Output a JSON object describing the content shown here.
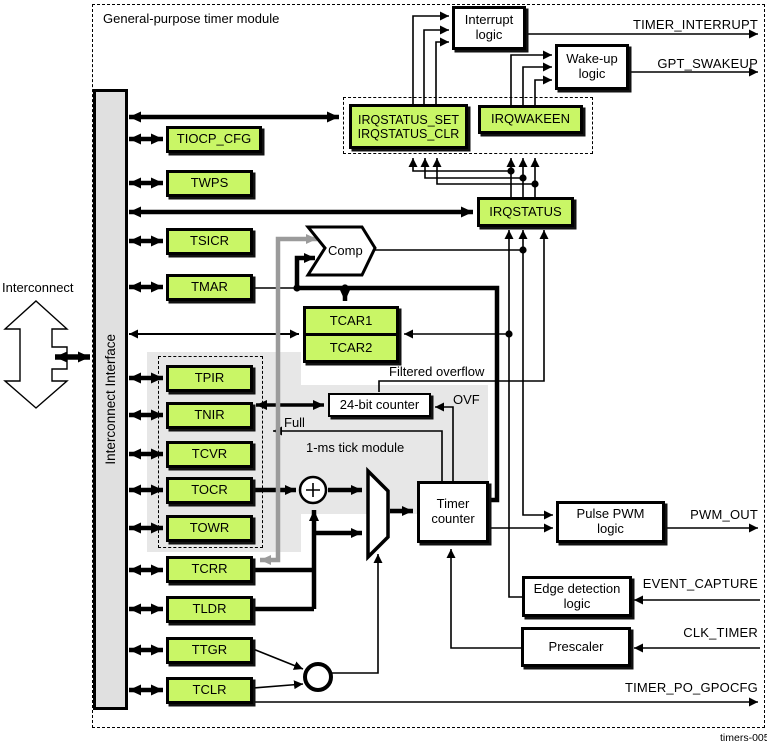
{
  "title": "General-purpose timer module",
  "footnote": "timers-005",
  "interconnect": {
    "label": "Interconnect",
    "interface_label": "Interconnect Interface"
  },
  "registers": [
    {
      "label": "TIOCP_CFG"
    },
    {
      "label": "TWPS"
    },
    {
      "label": "TSICR"
    },
    {
      "label": "TMAR"
    },
    {
      "label": "TPIR"
    },
    {
      "label": "TNIR"
    },
    {
      "label": "TCVR"
    },
    {
      "label": "TOCR"
    },
    {
      "label": "TOWR"
    },
    {
      "label": "TCRR"
    },
    {
      "label": "TLDR"
    },
    {
      "label": "TTGR"
    },
    {
      "label": "TCLR"
    }
  ],
  "capture": {
    "tcar1": "TCAR1",
    "tcar2": "TCAR2"
  },
  "irq": {
    "set_clr": "IRQSTATUS_SET\nIRQSTATUS_CLR",
    "wakeen": "IRQWAKEEN",
    "status": "IRQSTATUS"
  },
  "blocks": {
    "interrupt_logic": "Interrupt\nlogic",
    "wakeup_logic": "Wake-up\nlogic",
    "comp": "Comp",
    "counter_24bit": "24-bit counter",
    "timer_counter": "Timer\ncounter",
    "pulse_pwm": "Pulse PWM\nlogic",
    "edge_detection": "Edge detection\nlogic",
    "prescaler": "Prescaler"
  },
  "annotations": {
    "filtered_overflow": "Filtered overflow",
    "ovf": "OVF",
    "full": "Full",
    "tick_module": "1-ms tick module"
  },
  "outputs": {
    "timer_interrupt": "TIMER_INTERRUPT",
    "gpt_swakeup": "GPT_SWAKEUP",
    "pwm_out": "PWM_OUT",
    "event_capture": "EVENT_CAPTURE",
    "clk_timer": "CLK_TIMER",
    "timer_po_gpocfg": "TIMER_PO_GPOCFG"
  },
  "colors": {
    "register_fill": "#c9f666",
    "interface_fill": "#e0e0e0",
    "shade_fill": "#e7e7e7",
    "gray_line": "#9b9b9b",
    "line": "#000000"
  }
}
